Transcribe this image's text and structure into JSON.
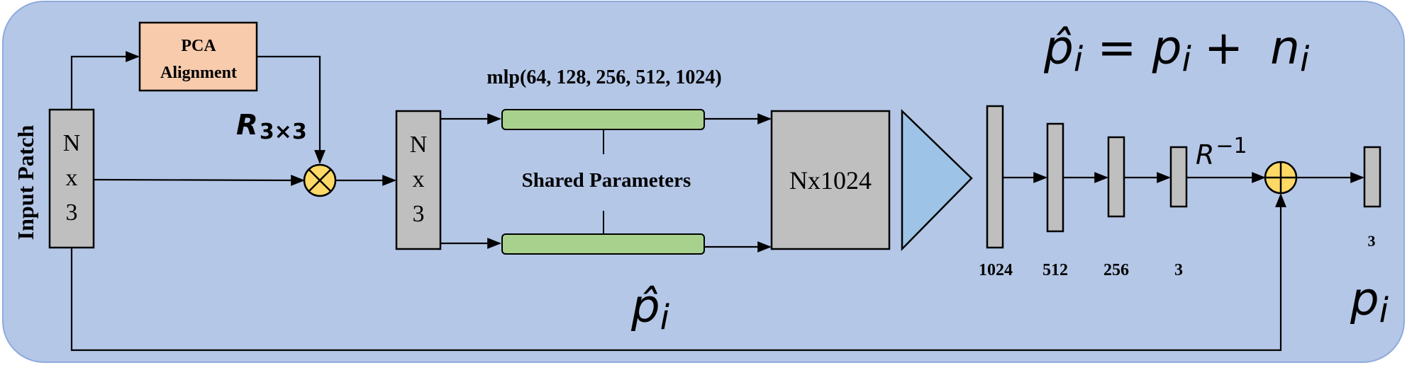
{
  "diagram": {
    "input_label": "Input Patch",
    "pca_label_line1": "PCA",
    "pca_label_line2": "Alignment",
    "rotation_symbol": "R",
    "rotation_sub": "3×3",
    "matrix1": [
      "N",
      "x",
      "3"
    ],
    "matrix2": [
      "N",
      "x",
      "3"
    ],
    "mlp_label": "mlp(64, 128, 256, 512, 1024)",
    "shared_label": "Shared Parameters",
    "feature_label": "Nx1024",
    "fc_sizes": [
      "1024",
      "512",
      "256",
      "3"
    ],
    "output_size": "3",
    "inverse_base": "R",
    "inverse_exp": "−1",
    "phat_below": "p̂",
    "phat_below_sub": "i",
    "output_symbol": "p",
    "output_sub": "i",
    "equation": {
      "lhs": "p̂",
      "lhs_sub": "i",
      "eq": "=",
      "term1": "p",
      "term1_sub": "i",
      "plus": "+",
      "term2": "n",
      "term2_sub": "i"
    }
  },
  "colors": {
    "background": "#b4c7e7",
    "border": "#8faadc",
    "gray_box": "#bfbfbf",
    "pca_box": "#f8cbad",
    "mlp_bar": "#a9d18e",
    "operator": "#ffd966",
    "triangle": "#9dc3e6"
  }
}
